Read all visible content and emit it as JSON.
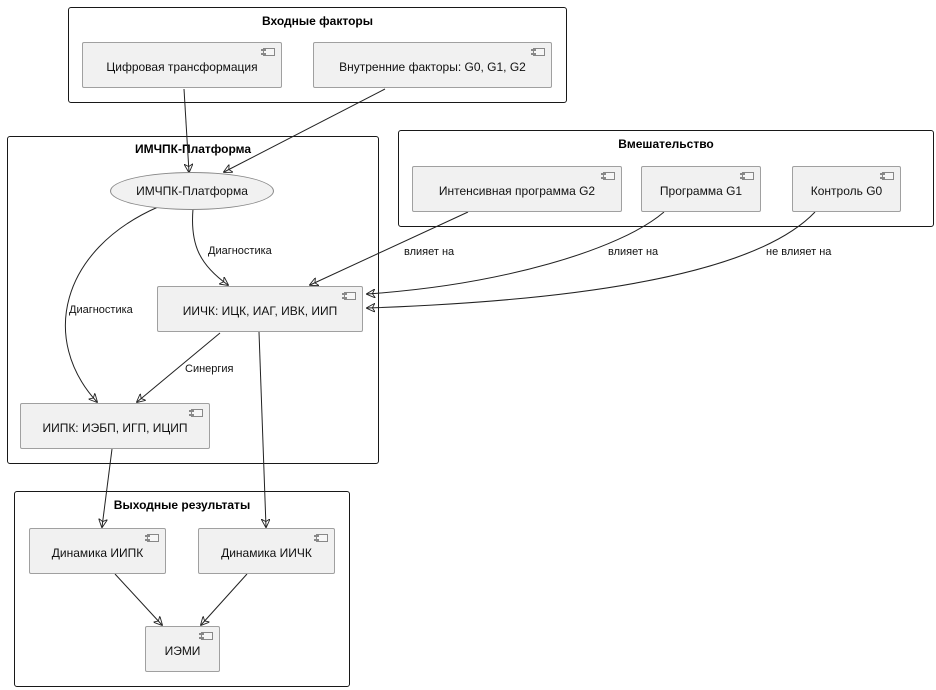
{
  "packages": {
    "inputs": {
      "title": "Входные факторы"
    },
    "platform": {
      "title": "ИМЧПК-Платформа"
    },
    "intervention": {
      "title": "Вмешательство"
    },
    "outputs": {
      "title": "Выходные результаты"
    }
  },
  "nodes": {
    "digital": {
      "label": "Цифровая трансформация",
      "kind": "component"
    },
    "internal": {
      "label": "Внутренние факторы: G0, G1, G2",
      "kind": "component"
    },
    "platform_uc": {
      "label": "ИМЧПК-Платформа",
      "kind": "usecase"
    },
    "iichk": {
      "label": "ИИЧК: ИЦК, ИАГ, ИВК, ИИП",
      "kind": "component"
    },
    "iipk": {
      "label": "ИИПК: ИЭБП, ИГП, ИЦИП",
      "kind": "component"
    },
    "g2": {
      "label": "Интенсивная программа G2",
      "kind": "component"
    },
    "g1": {
      "label": "Программа G1",
      "kind": "component"
    },
    "g0": {
      "label": "Контроль G0",
      "kind": "component"
    },
    "dyn_iipk": {
      "label": "Динамика ИИПК",
      "kind": "component"
    },
    "dyn_iichk": {
      "label": "Динамика ИИЧК",
      "kind": "component"
    },
    "iemi": {
      "label": "ИЭМИ",
      "kind": "component"
    }
  },
  "edges": [
    {
      "from": "digital",
      "to": "platform_uc",
      "label": ""
    },
    {
      "from": "internal",
      "to": "platform_uc",
      "label": ""
    },
    {
      "from": "platform_uc",
      "to": "iichk",
      "label": "Диагностика"
    },
    {
      "from": "platform_uc",
      "to": "iipk",
      "label": "Диагностика"
    },
    {
      "from": "iichk",
      "to": "iipk",
      "label": "Синергия"
    },
    {
      "from": "g2",
      "to": "iichk",
      "label": "влияет на"
    },
    {
      "from": "g1",
      "to": "iichk",
      "label": "влияет на"
    },
    {
      "from": "g0",
      "to": "iichk",
      "label": "не влияет на"
    },
    {
      "from": "iipk",
      "to": "dyn_iipk",
      "label": ""
    },
    {
      "from": "iichk",
      "to": "dyn_iichk",
      "label": ""
    },
    {
      "from": "dyn_iipk",
      "to": "iemi",
      "label": ""
    },
    {
      "from": "dyn_iichk",
      "to": "iemi",
      "label": ""
    }
  ]
}
